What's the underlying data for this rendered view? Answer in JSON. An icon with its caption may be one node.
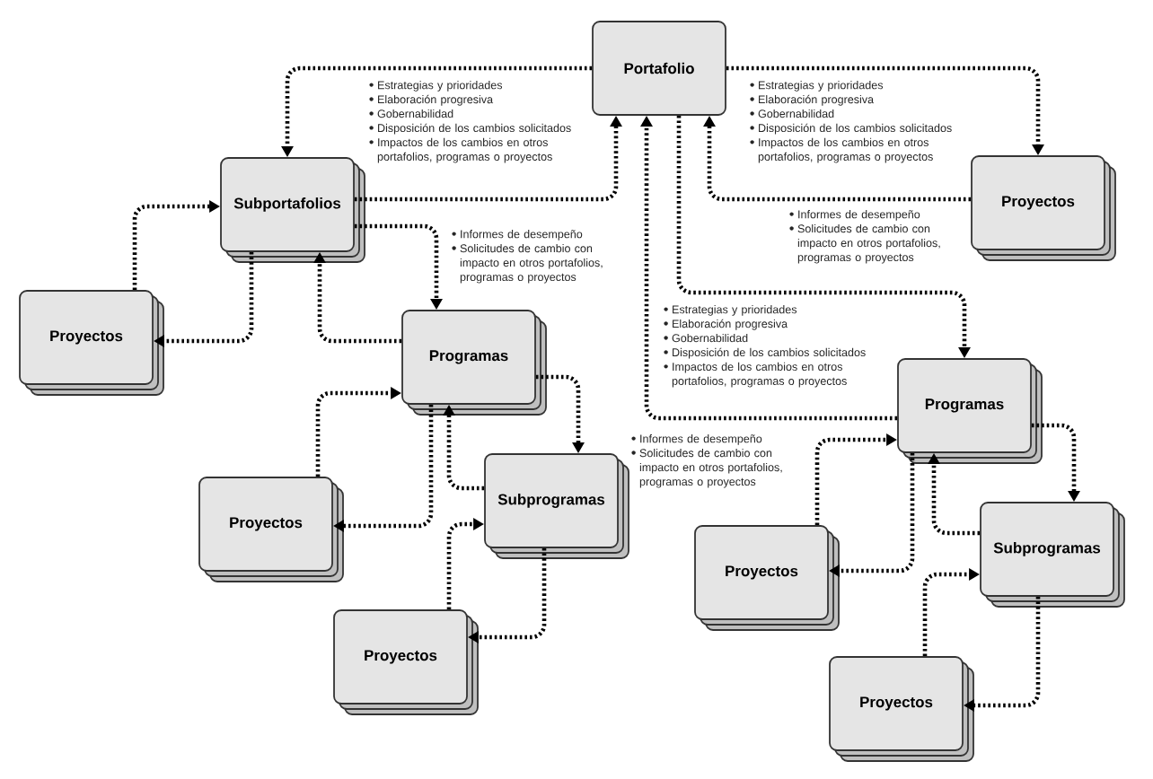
{
  "diagram": {
    "nodes": [
      {
        "text": [
          "Portafolio"
        ]
      },
      {
        "text": [
          "Subportafolios"
        ]
      },
      {
        "text": [
          "Proyectos"
        ]
      },
      {
        "text": [
          "Proyectos"
        ]
      },
      {
        "text": [
          "Programas"
        ]
      },
      {
        "text": [
          "Programas"
        ]
      },
      {
        "text": [
          "Proyectos"
        ]
      },
      {
        "text": [
          "Subprogramas"
        ]
      },
      {
        "text": [
          "Subprogramas"
        ]
      },
      {
        "text": [
          "Proyectos"
        ]
      },
      {
        "text": [
          "Proyectos"
        ]
      },
      {
        "text": [
          "Proyectos"
        ]
      }
    ],
    "edges": [
      {
        "from": 0,
        "to": 1,
        "arrow": "to"
      },
      {
        "from": 1,
        "to": 0,
        "arrow": "to"
      },
      {
        "from": 0,
        "to": 2,
        "arrow": "to"
      },
      {
        "from": 2,
        "to": 0,
        "arrow": "to"
      },
      {
        "from": 0,
        "to": 5,
        "arrow": "to"
      },
      {
        "from": 5,
        "to": 0,
        "arrow": "to"
      },
      {
        "from": 1,
        "to": 3,
        "arrow": "to"
      },
      {
        "from": 3,
        "to": 1,
        "arrow": "to"
      },
      {
        "from": 1,
        "to": 4,
        "arrow": "to"
      },
      {
        "from": 4,
        "to": 1,
        "arrow": "to"
      },
      {
        "from": 4,
        "to": 6,
        "arrow": "to"
      },
      {
        "from": 6,
        "to": 4,
        "arrow": "to"
      },
      {
        "from": 4,
        "to": 7,
        "arrow": "to"
      },
      {
        "from": 7,
        "to": 4,
        "arrow": "to"
      },
      {
        "from": 7,
        "to": 10,
        "arrow": "to"
      },
      {
        "from": 10,
        "to": 7,
        "arrow": "to"
      },
      {
        "from": 5,
        "to": 8,
        "arrow": "to"
      },
      {
        "from": 8,
        "to": 5,
        "arrow": "to"
      },
      {
        "from": 5,
        "to": 9,
        "arrow": "to"
      },
      {
        "from": 9,
        "to": 5,
        "arrow": "to"
      },
      {
        "from": 8,
        "to": 11,
        "arrow": "to"
      },
      {
        "from": 11,
        "to": 8,
        "arrow": "to"
      }
    ],
    "labels": [
      "Estrategias y prioridades",
      "Elaboración progresiva",
      "Gobernabilidad",
      "Disposición de los cambios solicitados",
      "Impactos de los cambios en otros portafolios, programas o proyectos",
      "Estrategias y prioridades",
      "Elaboración progresiva",
      "Gobernabilidad",
      "Disposición de los cambios solicitados",
      "Impactos de los cambios en otros portafolios, programas o proyectos",
      "Informes de desempeño",
      "Solicitudes de cambio con impacto en otros portafolios, programas o proyectos",
      "Informes de desempeño",
      "Solicitudes de cambio con impacto en otros portafolios, programas o proyectos",
      "Estrategias y prioridades",
      "Elaboración progresiva",
      "Gobernabilidad",
      "Disposición de los cambios solicitados",
      "Impactos de los cambios en otros portafolios, programas o proyectos",
      "Informes de desempeño",
      "Solicitudes de cambio con impacto en otros portafolios, programas o proyectos"
    ]
  }
}
